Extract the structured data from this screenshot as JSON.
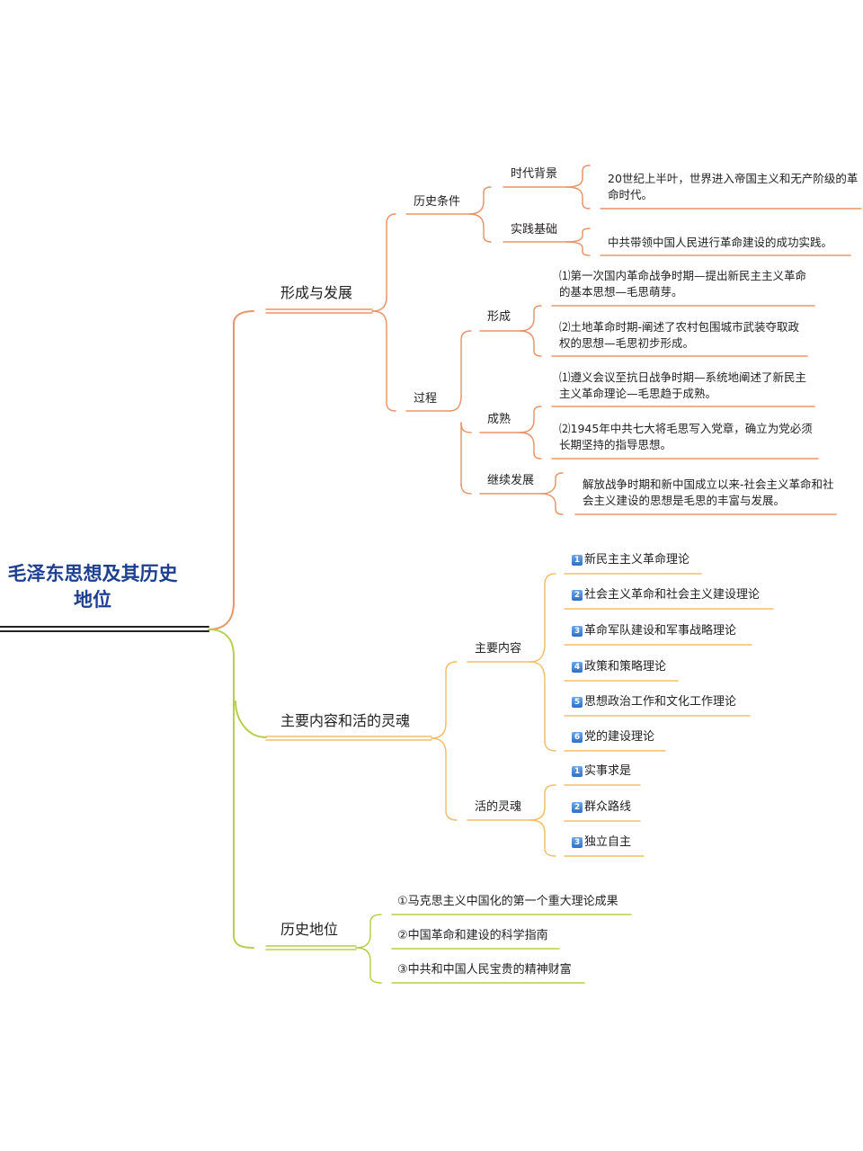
{
  "root": {
    "title": "毛泽东思想及其历史地位"
  },
  "formation": {
    "label": "形成与发展",
    "history": {
      "label": "历史条件",
      "era": {
        "label": "时代背景",
        "text": "20世纪上半叶，世界进入帝国主义和无产阶级的革命时代。"
      },
      "practice": {
        "label": "实践基础",
        "text": "中共带领中国人民进行革命建设的成功实践。"
      }
    },
    "process": {
      "label": "过程",
      "form": {
        "label": "形成",
        "items": [
          "⑴第一次国内革命战争时期—提出新民主主义革命的基本思想—毛思萌芽。",
          "⑵土地革命时期-阐述了农村包围城市武装夺取政权的思想—毛思初步形成。"
        ]
      },
      "mature": {
        "label": "成熟",
        "items": [
          "⑴遵义会议至抗日战争时期—系统地阐述了新民主主义革命理论—毛思趋于成熟。",
          "⑵1945年中共七大将毛思写入党章，确立为党必须长期坚持的指导思想。"
        ]
      },
      "continue": {
        "label": "继续发展",
        "text": "解放战争时期和新中国成立以来-社会主义革命和社会主义建设的思想是毛思的丰富与发展。"
      }
    }
  },
  "content": {
    "label": "主要内容和活的灵魂",
    "main": {
      "label": "主要内容",
      "items": [
        {
          "num": "1",
          "text": "新民主主义革命理论"
        },
        {
          "num": "2",
          "text": "社会主义革命和社会主义建设理论"
        },
        {
          "num": "3",
          "text": "革命军队建设和军事战略理论"
        },
        {
          "num": "4",
          "text": "政策和策略理论"
        },
        {
          "num": "5",
          "text": "思想政治工作和文化工作理论"
        },
        {
          "num": "6",
          "text": "党的建设理论"
        }
      ]
    },
    "soul": {
      "label": "活的灵魂",
      "items": [
        {
          "num": "1",
          "text": "实事求是"
        },
        {
          "num": "2",
          "text": "群众路线"
        },
        {
          "num": "3",
          "text": "独立自主"
        }
      ]
    }
  },
  "status": {
    "label": "历史地位",
    "items": [
      "①马克思主义中国化的第一个重大理论成果",
      "②中国革命和建设的科学指南",
      "③中共和中国人民宝贵的精神财富"
    ]
  },
  "colors": {
    "orange": "#e8956a",
    "gold": "#f0bf6a",
    "green": "#b7cf4a",
    "title": "#1d3f8f"
  }
}
